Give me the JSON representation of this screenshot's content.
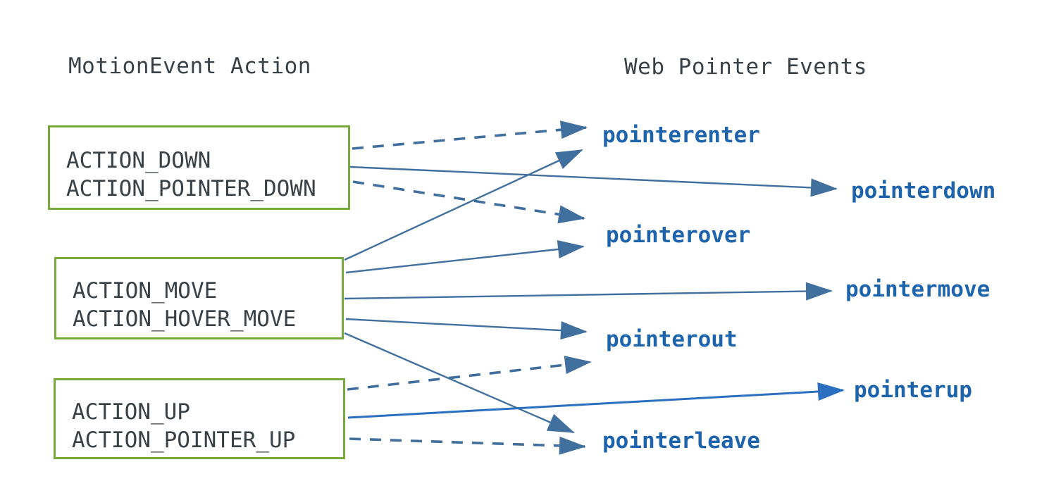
{
  "headers": {
    "left": "MotionEvent Action",
    "right": "Web Pointer Events"
  },
  "action_boxes": [
    {
      "id": "down",
      "lines": [
        "ACTION_DOWN",
        "ACTION_POINTER_DOWN"
      ]
    },
    {
      "id": "move",
      "lines": [
        "ACTION_MOVE",
        "ACTION_HOVER_MOVE"
      ]
    },
    {
      "id": "up",
      "lines": [
        "ACTION_UP",
        "ACTION_POINTER_UP"
      ]
    }
  ],
  "events": [
    "pointerenter",
    "pointerdown",
    "pointerover",
    "pointermove",
    "pointerout",
    "pointerup",
    "pointerleave"
  ],
  "mappings": [
    {
      "from": "down",
      "to": "pointerenter",
      "line": "dashed",
      "emphasis": false
    },
    {
      "from": "down",
      "to": "pointerdown",
      "line": "solid",
      "emphasis": false
    },
    {
      "from": "down",
      "to": "pointerover",
      "line": "dashed",
      "emphasis": false
    },
    {
      "from": "move",
      "to": "pointerenter",
      "line": "solid",
      "emphasis": false
    },
    {
      "from": "move",
      "to": "pointerover",
      "line": "solid",
      "emphasis": false
    },
    {
      "from": "move",
      "to": "pointermove",
      "line": "solid",
      "emphasis": false
    },
    {
      "from": "move",
      "to": "pointerout",
      "line": "solid",
      "emphasis": false
    },
    {
      "from": "move",
      "to": "pointerleave",
      "line": "solid",
      "emphasis": false
    },
    {
      "from": "up",
      "to": "pointerout",
      "line": "dashed",
      "emphasis": false
    },
    {
      "from": "up",
      "to": "pointerup",
      "line": "solid",
      "emphasis": true
    },
    {
      "from": "up",
      "to": "pointerleave",
      "line": "dashed",
      "emphasis": false
    }
  ],
  "colors": {
    "box_border_green": "#77a93c",
    "action_text": "#3a4146",
    "header_text": "#3a4146",
    "event_text_blue": "#1d64ad",
    "arrow_steel_blue": "#41709e",
    "arrow_emphasis_blue": "#2b70c0",
    "background": "#ffffff"
  }
}
